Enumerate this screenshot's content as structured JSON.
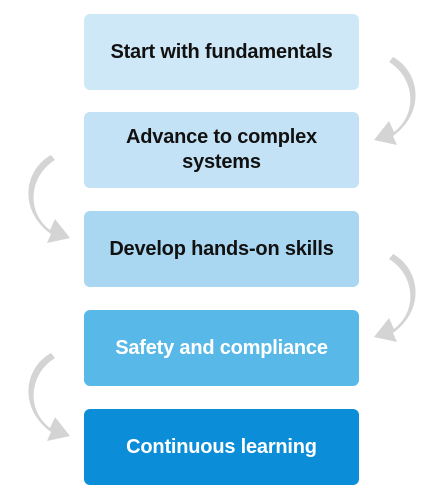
{
  "steps": [
    {
      "label": "Start with fundamentals",
      "fill": "#cfe8f8",
      "text_color": "#111111"
    },
    {
      "label": "Advance to complex systems",
      "fill": "#c3e2f5",
      "text_color": "#111111"
    },
    {
      "label": "Develop hands-on skills",
      "fill": "#a9d6f1",
      "text_color": "#111111"
    },
    {
      "label": "Safety and compliance",
      "fill": "#58b9e8",
      "text_color": "#ffffff"
    },
    {
      "label": "Continuous learning",
      "fill": "#0b8dd8",
      "text_color": "#ffffff"
    }
  ],
  "arrow_color": "#d4d4d4"
}
